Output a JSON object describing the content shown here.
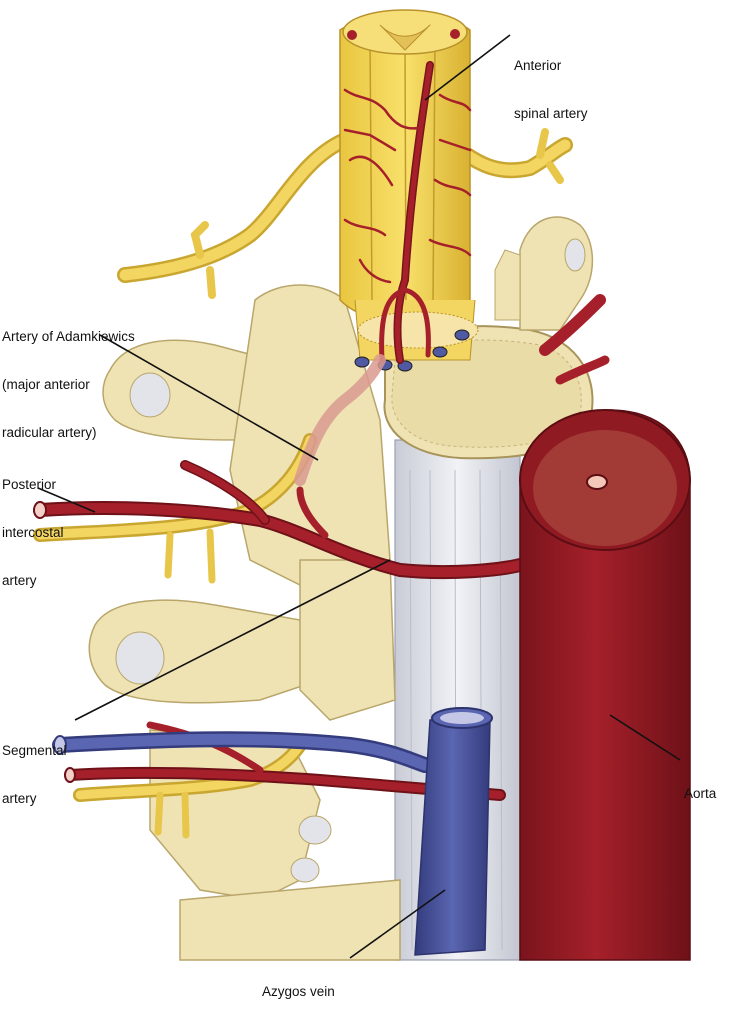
{
  "labels": {
    "anterior_spinal_artery": [
      "Anterior",
      "spinal artery"
    ],
    "artery_of_adamkiewicz": [
      "Artery of Adamkiewics",
      "(major anterior",
      "radicular artery)"
    ],
    "posterior_intercostal_artery": [
      "Posterior",
      "intercostal",
      "artery"
    ],
    "segmental_artery": [
      "Segmental",
      "artery"
    ],
    "aorta": [
      "Aorta"
    ],
    "azygos_vein": [
      "Azygos vein"
    ]
  },
  "colors": {
    "bone": "#efe3b4",
    "bone_shade": "#d8c78d",
    "disc": "#e6e8ee",
    "nerve": "#e8c64a",
    "nerve_light": "#f6dc6a",
    "artery": "#a5202a",
    "artery_dark": "#7a141c",
    "vein": "#4f5aa3",
    "vein_dark": "#343c7d",
    "leader": "#111111"
  }
}
